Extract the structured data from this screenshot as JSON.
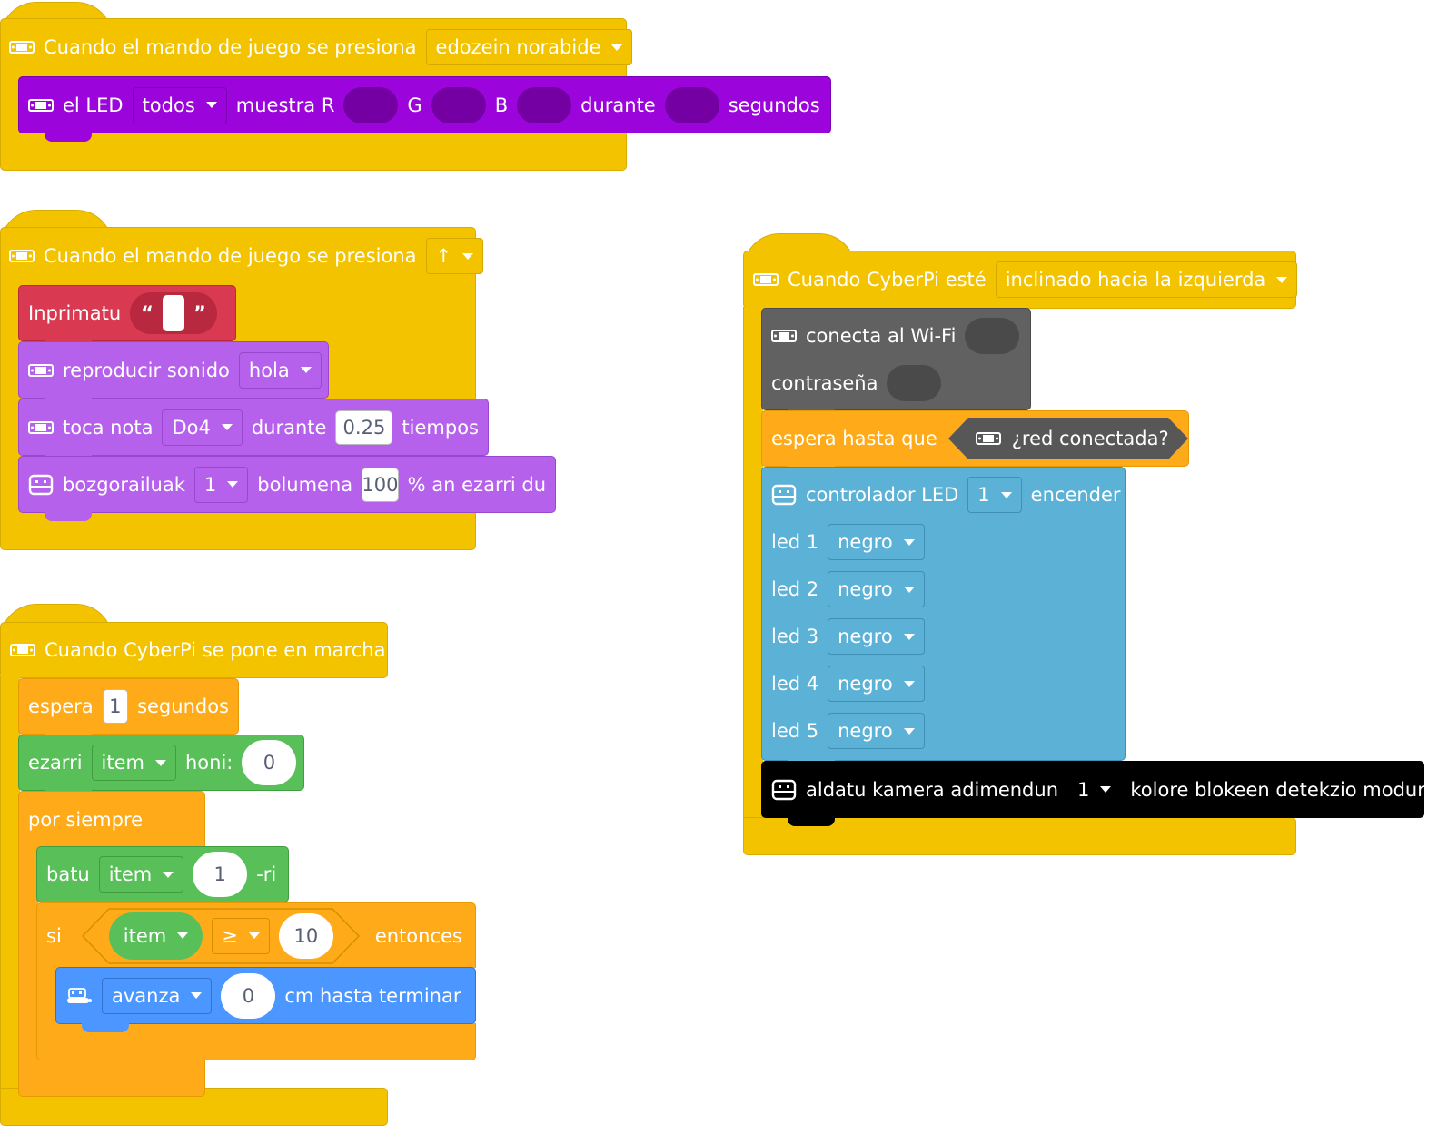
{
  "script1": {
    "hat_label": "Cuando el mando de juego se presiona",
    "hat_dropdown": "edozein norabide",
    "led": {
      "label": "el LED",
      "which": "todos",
      "shows_r": "muestra R",
      "g": "G",
      "b": "B",
      "during": "durante",
      "seconds": "segundos"
    }
  },
  "script2": {
    "hat_label": "Cuando el mando de juego se presiona",
    "hat_dropdown": "↑",
    "print_label": "Inprimatu",
    "quote_open": "“",
    "quote_close": "”",
    "sound_label": "reproducir sonido",
    "sound_value": "hola",
    "note_label": "toca nota",
    "note_value": "Do4",
    "note_during": "durante",
    "note_beats": "0.25",
    "note_unit": "tiempos",
    "speaker_label": "bozgorailuak",
    "speaker_value": "1",
    "volume_label": "bolumena",
    "volume_value": "100",
    "volume_suffix": "% an ezarri du"
  },
  "script3": {
    "hat_label": "Cuando CyberPi se pone en marcha",
    "wait_label": "espera",
    "wait_value": "1",
    "wait_unit": "segundos",
    "set_label": "ezarri",
    "set_var": "item",
    "set_to": "honi:",
    "set_value": "0",
    "forever_label": "por siempre",
    "change_label": "batu",
    "change_var": "item",
    "change_value": "1",
    "change_suffix": "-ri",
    "if_label": "si",
    "cond_var": "item",
    "cond_op": "≥",
    "cond_value": "10",
    "then_label": "entonces",
    "move_dir": "avanza",
    "move_value": "0",
    "move_suffix": "cm hasta terminar"
  },
  "script4": {
    "hat_label": "Cuando CyberPi esté",
    "hat_dropdown": "inclinado hacia la izquierda",
    "wifi_label": "conecta al Wi-Fi",
    "password_label": "contraseña",
    "wait_until_label": "espera hasta que",
    "network_label": "¿red conectada?",
    "led_driver_label": "controlador LED",
    "led_driver_port": "1",
    "led_driver_on": "encender",
    "leds": [
      {
        "label": "led 1",
        "color": "negro"
      },
      {
        "label": "led 2",
        "color": "negro"
      },
      {
        "label": "led 3",
        "color": "negro"
      },
      {
        "label": "led 4",
        "color": "negro"
      },
      {
        "label": "led 5",
        "color": "negro"
      }
    ],
    "camera_label": "aldatu kamera adimendun",
    "camera_port": "1",
    "camera_suffix": "kolore blokeen detekzio modura"
  },
  "colors": {
    "events": "#f4c300",
    "led_purple": "#9b05dc",
    "sound_purple": "#b661ec",
    "print_red": "#d93951",
    "control_orange": "#ffab19",
    "variables_green": "#59c059",
    "motion_blue": "#4c97ff",
    "wifi_gray": "#616161",
    "led_driver_blue": "#5cb1d6",
    "camera_black": "#000000"
  }
}
